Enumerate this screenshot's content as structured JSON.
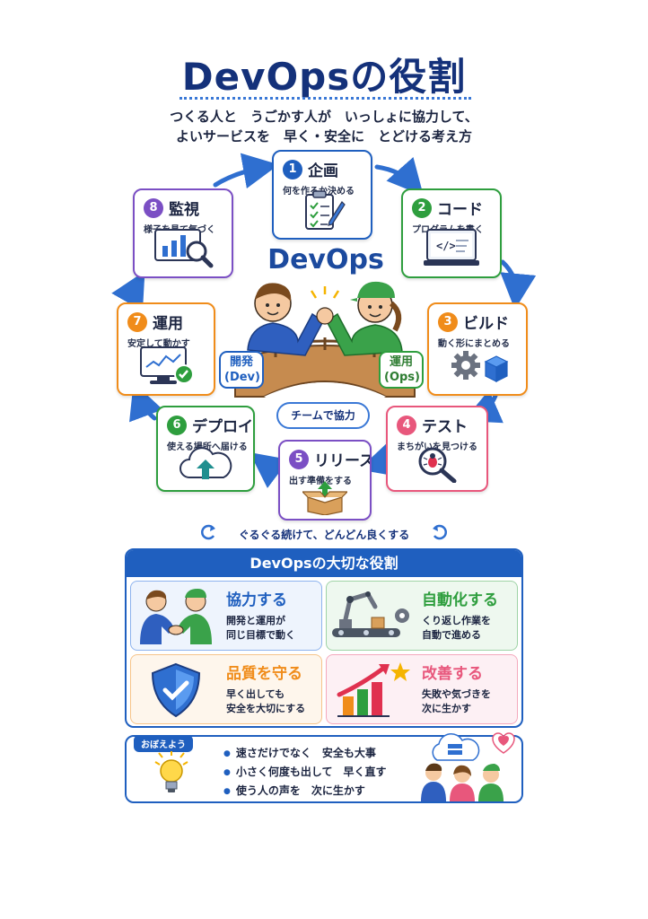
{
  "title": "DevOpsの役割",
  "subtitle_lines": [
    "つくる人と　うごかす人が　いっしょに協力して、",
    "よいサービスを　早く・安全に　とどける考え方"
  ],
  "center_label": "DevOps",
  "dev_tag": {
    "line1": "開発",
    "line2": "(Dev)"
  },
  "ops_tag": {
    "line1": "運用",
    "line2": "(Ops)"
  },
  "team_label": "チームで協力",
  "stages": [
    {
      "num": "1",
      "name": "企画",
      "desc": "何を作るか決める",
      "color": "#1f5fbf",
      "icon": "clipboard-checklist-icon"
    },
    {
      "num": "2",
      "name": "コード",
      "desc": "プログラムを書く",
      "color": "#2e9e3e",
      "icon": "code-monitor-icon"
    },
    {
      "num": "3",
      "name": "ビルド",
      "desc": "動く形にまとめる",
      "color": "#f08c1a",
      "icon": "gear-box-icon"
    },
    {
      "num": "4",
      "name": "テスト",
      "desc": "まちがいを見つける",
      "color": "#e8577c",
      "icon": "bug-magnifier-icon"
    },
    {
      "num": "5",
      "name": "リリース",
      "desc": "出す準備をする",
      "color": "#7b4fc4",
      "icon": "package-upload-icon"
    },
    {
      "num": "6",
      "name": "デプロイ",
      "desc": "使える場所へ届ける",
      "color": "#2e9e3e",
      "icon": "cloud-upload-icon"
    },
    {
      "num": "7",
      "name": "運用",
      "desc": "安定して動かす",
      "color": "#f08c1a",
      "icon": "monitor-check-icon"
    },
    {
      "num": "8",
      "name": "監視",
      "desc": "様子を見て気づく",
      "color": "#7b4fc4",
      "icon": "chart-magnifier-icon"
    }
  ],
  "loop_text": "ぐるぐる続けて、どんどん良くする",
  "roles_panel": {
    "title": "DevOpsの大切な役割",
    "roles": [
      {
        "title": "協力する",
        "line1": "開発と運用が",
        "line2": "同じ目標で動く",
        "color": "#1f5fbf"
      },
      {
        "title": "自動化する",
        "line1": "くり返し作業を",
        "line2": "自動で進める",
        "color": "#2e9e3e"
      },
      {
        "title": "品質を守る",
        "line1": "早く出しても",
        "line2": "安全を大切にする",
        "color": "#f08c1a"
      },
      {
        "title": "改善する",
        "line1": "失敗や気づきを",
        "line2": "次に生かす",
        "color": "#e8577c"
      }
    ]
  },
  "remember": {
    "tag": "おぼえよう",
    "items": [
      "速さだけでなく　安全も大事",
      "小さく何度も出して　早く直す",
      "使う人の声を　次に生かす"
    ]
  }
}
